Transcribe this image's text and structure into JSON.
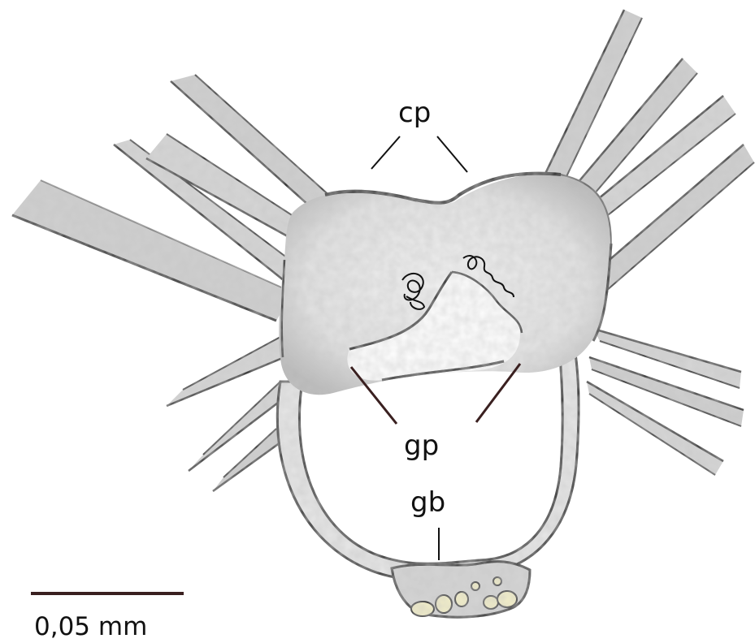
{
  "labels": {
    "cp": "cp",
    "gp": "gp",
    "gb": "gb"
  },
  "scale_bar": {
    "text": "0,05 mm"
  },
  "colors": {
    "outline": "#111111",
    "fill": "#ececec",
    "shade": "#bdbdbd",
    "leader_dark": "#3a2020",
    "granule": "#f4f0c8"
  }
}
